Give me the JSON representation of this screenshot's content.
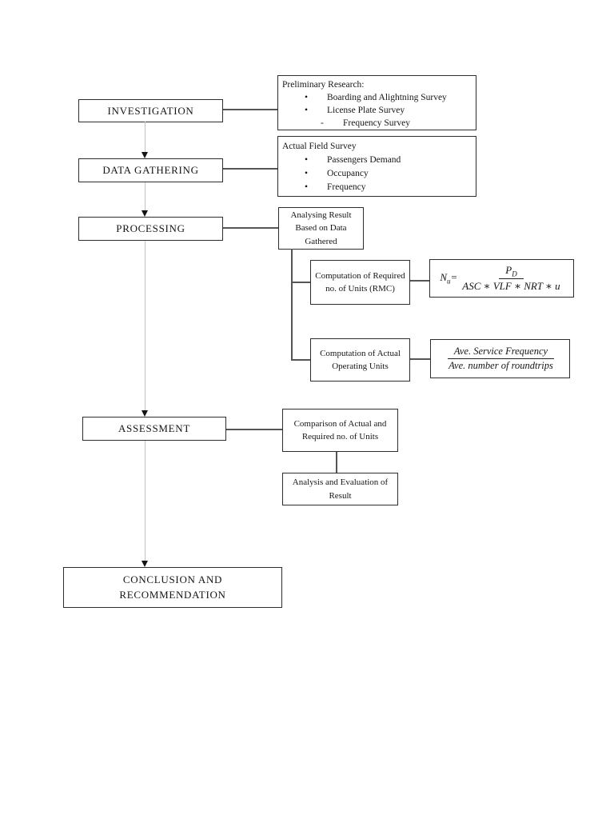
{
  "colors": {
    "connector_dark": "#555555",
    "connector_light": "#c3c3c3",
    "box_border": "#2d2d2d",
    "text": "#161616",
    "page_bg": "#ffffff"
  },
  "stages": {
    "investigation": "INVESTIGATION",
    "data_gathering": "DATA GATHERING",
    "processing": "PROCESSING",
    "assessment": "ASSESSMENT",
    "conclusion": "CONCLUSION AND\nRECOMMENDATION"
  },
  "preliminary": {
    "title": "Preliminary Research:",
    "items": [
      {
        "marker": "•",
        "text": "Boarding and Alightning Survey"
      },
      {
        "marker": "•",
        "text": "License Plate Survey"
      },
      {
        "marker": "-",
        "text": "Frequency Survey"
      }
    ]
  },
  "field_survey": {
    "title": "Actual Field Survey",
    "items": [
      {
        "marker": "•",
        "text": "Passengers Demand"
      },
      {
        "marker": "•",
        "text": "Occupancy"
      },
      {
        "marker": "•",
        "text": "Frequency"
      }
    ]
  },
  "processing_branch": {
    "analysing": "Analysing Result Based on Data Gathered",
    "comp_required": "Computation of Required no. of Units (RMC)",
    "comp_actual": "Computation of Actual Operating Units"
  },
  "formulas": {
    "required_units": {
      "lhs": "N",
      "lhs_sub": "u",
      "eq": "=",
      "num": "P",
      "num_sub": "D",
      "den": "ASC ∗ VLF ∗ NRT ∗ u"
    },
    "actual_units": {
      "num": "Ave. Service Frequency",
      "den": "Ave. number of roundtrips"
    }
  },
  "assessment_branch": {
    "comparison": "Comparison of Actual and Required no. of Units",
    "analysis": "Analysis and Evaluation of Result"
  }
}
